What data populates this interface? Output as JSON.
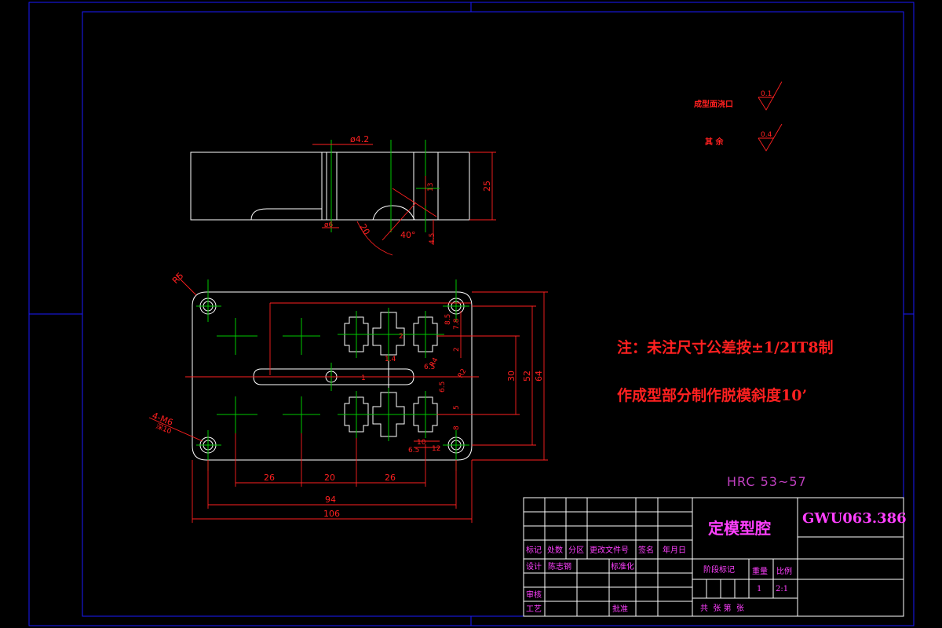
{
  "drawing": {
    "title": "定模型腔",
    "code": "GWU063.386",
    "hardness": "HRC 53~57",
    "notes": [
      "注：未注尺寸公差按±1/2IT8制",
      "作成型部分制作脱模斜度10’"
    ],
    "roughness": [
      {
        "label": "成型面浇口",
        "value": "0.1"
      },
      {
        "label": "其 余",
        "value": "0.4"
      }
    ]
  },
  "dimensions": {
    "top_view": [
      "ø4.2",
      "13",
      "25",
      "ø6",
      "20",
      "40°",
      "4.5"
    ],
    "front_view": {
      "r5": "R5",
      "holes": "4-M6",
      "holes_sub": "深10",
      "bottom_26a": "26",
      "bottom_20": "20",
      "bottom_26b": "26",
      "width_94": "94",
      "width_106": "106",
      "h_30": "30",
      "h_52": "52",
      "h_64": "64",
      "small": [
        "R4",
        "6.5",
        "R2",
        "1",
        "2",
        "1.4",
        "2",
        "5",
        "8",
        "7.8",
        "8.5",
        "6.5",
        "10",
        "12",
        "6.5"
      ]
    }
  },
  "title_block": {
    "row_labels": [
      "标记",
      "处数",
      "分区",
      "更改文件号",
      "签名",
      "年月日"
    ],
    "design": "设计",
    "designer": "陈志钢",
    "standard": "标准化",
    "stage": "阶段标记",
    "weight": "重量",
    "ratio": "比例",
    "qty": "1",
    "scale": "2:1",
    "review": "审核",
    "process": "工艺",
    "approve": "批准",
    "sheets": "共  张 第  张"
  }
}
